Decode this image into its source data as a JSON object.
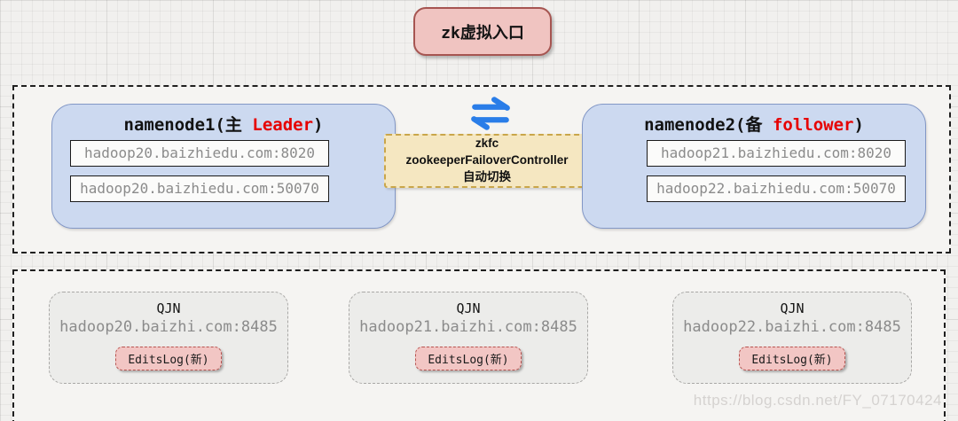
{
  "entry": {
    "label": "zk虚拟入口"
  },
  "namenodes": [
    {
      "title_prefix": "namenode1(主 ",
      "title_role": "Leader",
      "title_suffix": ")",
      "hosts": [
        "hadoop20.baizhiedu.com:8020",
        "hadoop20.baizhiedu.com:50070"
      ]
    },
    {
      "title_prefix": "namenode2(备 ",
      "title_role": "follower",
      "title_suffix": ")",
      "hosts": [
        "hadoop21.baizhiedu.com:8020",
        "hadoop22.baizhiedu.com:50070"
      ]
    }
  ],
  "zkfc": {
    "lines": [
      "zkfc",
      "zookeeperFailoverController",
      "自动切换"
    ]
  },
  "qjn_nodes": [
    {
      "label": "QJN",
      "host": "hadoop20.baizhi.com:8485",
      "badge": "EditsLog(新)"
    },
    {
      "label": "QJN",
      "host": "hadoop21.baizhi.com:8485",
      "badge": "EditsLog(新)"
    },
    {
      "label": "QJN",
      "host": "hadoop22.baizhi.com:8485",
      "badge": "EditsLog(新)"
    }
  ],
  "watermark": "https://blog.csdn.net/FY_07170424",
  "icons": {
    "sync": "sync-arrows"
  },
  "colors": {
    "red_node_fill": "#f0c4c1",
    "red_node_border": "#a65551",
    "blue_node_fill": "#ccd9f0",
    "blue_node_border": "#8297c6",
    "zkfc_fill": "#f5e7c1",
    "zkfc_border": "#c9a64a",
    "qjn_fill": "#ececea",
    "qjn_border": "#a9a8a6",
    "accent_red_text": "#e60000",
    "sync_blue": "#2a7de8"
  }
}
